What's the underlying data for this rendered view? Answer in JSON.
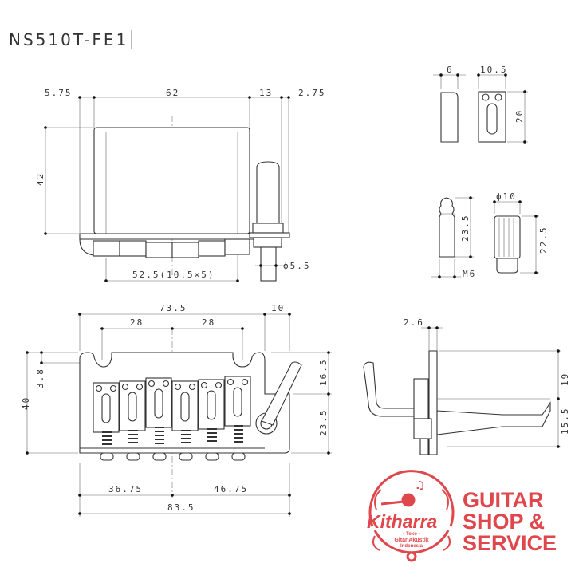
{
  "title": "NS510T-FE1",
  "top_view": {
    "dims": {
      "left_offset": "5.75",
      "width": "62",
      "post_offset": "13",
      "edge": "2.75",
      "height": "42",
      "spacing": "52.5(10.5×5)",
      "stud_dia": "ϕ5.5"
    }
  },
  "saddle_detail": {
    "thickness": "6",
    "width": "10.5",
    "length": "20"
  },
  "post_detail": {
    "length": "23.5",
    "thread": "M6",
    "knob_dia": "ϕ10",
    "knob_length": "22.5"
  },
  "front_view": {
    "dims": {
      "overall_top": "73.5",
      "arm": "10",
      "hole_left": "28",
      "hole_right": "28",
      "height": "40",
      "notch": "3.8",
      "upper": "16.5",
      "lower": "23.5",
      "left_half": "36.75",
      "right_half": "46.75",
      "overall": "83.5"
    }
  },
  "side_view": {
    "dims": {
      "offset": "2.6",
      "upper": "19",
      "lower": "15.5"
    }
  },
  "logo": {
    "name": "Kitharra",
    "line1": "Toko",
    "line2": "Gitar Akustik",
    "line3": "Indonesia",
    "color": "#e0474c"
  },
  "brand": {
    "line1": "GUITAR",
    "line2": "SHOP &",
    "line3": "SERVICE"
  }
}
